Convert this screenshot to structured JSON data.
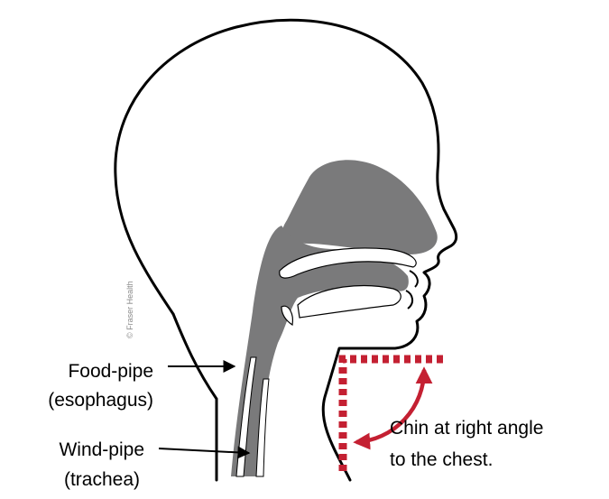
{
  "labels": {
    "food_pipe": {
      "line1": "Food-pipe",
      "line2": "(esophagus)"
    },
    "wind_pipe": {
      "line1": "Wind-pipe",
      "line2": "(trachea)"
    },
    "chin_note": {
      "line1": "Chin at right angle",
      "line2": "to the chest."
    },
    "credit": "© Fraser Health"
  },
  "colors": {
    "outline": "#000000",
    "tract_fill": "#7a7a7b",
    "accent": "#c42032",
    "background": "#ffffff"
  },
  "icons": {
    "food_pipe_pointer": "arrow-right-icon",
    "wind_pipe_pointer": "arrow-right-icon",
    "angle_indicator": "curved-double-arrow-icon"
  }
}
